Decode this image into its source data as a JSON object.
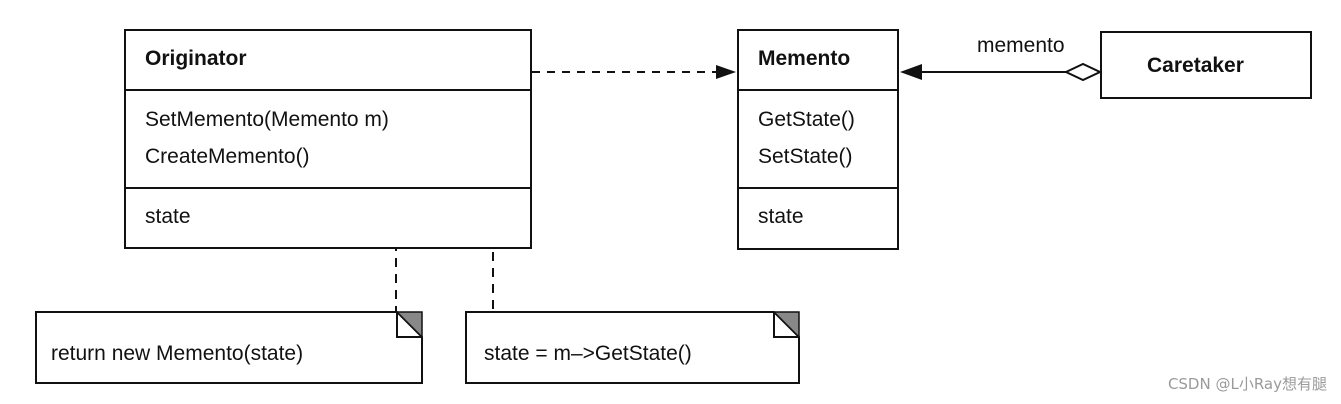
{
  "originator": {
    "name": "Originator",
    "operations": [
      "SetMemento(Memento m)",
      "CreateMemento()"
    ],
    "attributes": [
      "state"
    ]
  },
  "memento": {
    "name": "Memento",
    "operations": [
      "GetState()",
      "SetState()"
    ],
    "attributes": [
      "state"
    ]
  },
  "caretaker": {
    "name": "Caretaker"
  },
  "association": {
    "role_label": "memento"
  },
  "notes": {
    "create_memento": "return new Memento(state)",
    "set_memento": "state = m–>GetState()"
  },
  "watermark": "CSDN @L小Ray想有腿"
}
